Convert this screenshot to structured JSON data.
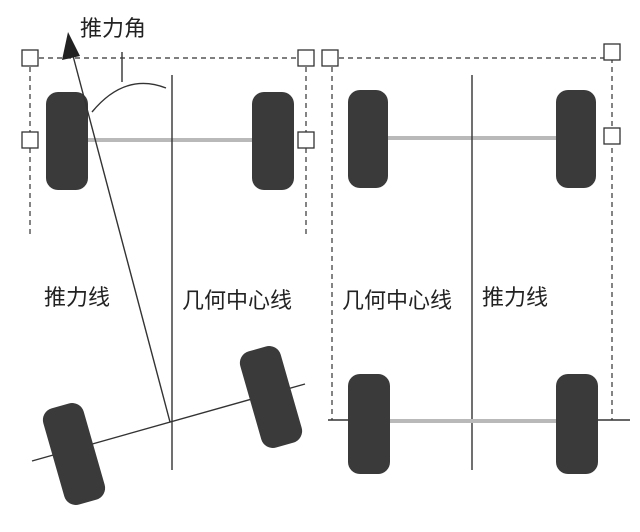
{
  "labels": {
    "thrust_angle": "推力角",
    "thrust_line_left": "推力线",
    "geometric_centerline_left": "几何中心线",
    "geometric_centerline_right": "几何中心线",
    "thrust_line_right": "推力线"
  },
  "colors": {
    "tire": "#3a3a3a",
    "line": "#333333",
    "axle": "#b9b9b9",
    "accent_ji": "#d18a3a"
  }
}
